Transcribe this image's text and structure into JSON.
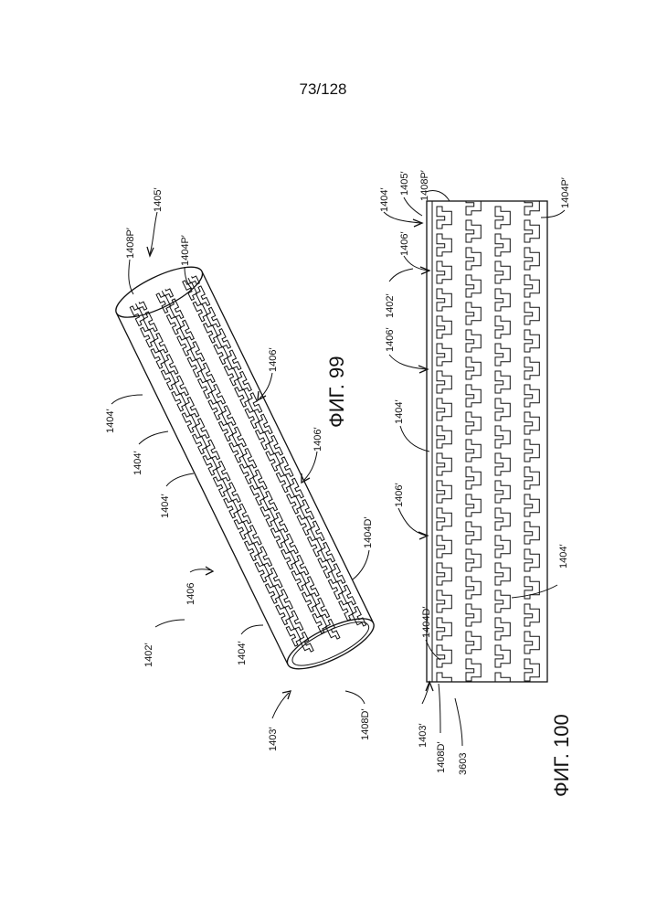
{
  "page_number": "73/128",
  "figures": {
    "fig99": {
      "caption": "ФИГ. 99",
      "labels": {
        "l1405": "1405′",
        "l1408p": "1408P′",
        "l1404p": "1404P′",
        "l1404a": "1404′",
        "l1404b": "1404′",
        "l1404c": "1404′",
        "l1404e": "1404′",
        "l1406a": "1406′",
        "l1406b": "1406′",
        "l1406c": "1406",
        "l1404d": "1404D′",
        "l1402": "1402′",
        "l1403": "1403′",
        "l1408d": "1408D′"
      }
    },
    "fig100": {
      "caption": "ФИГ. 100",
      "labels": {
        "l1404a": "1404′",
        "l1405": "1405′",
        "l1408p": "1408P′",
        "l1404p": "1404P′",
        "l1406a": "1406′",
        "l1402": "1402′",
        "l1406b": "1406′",
        "l1404b": "1404′",
        "l1406c": "1406′",
        "l1404c": "1404′",
        "l1404d": "1404D′",
        "l1403": "1403′",
        "l1408d": "1408D′",
        "l3603": "3603"
      }
    }
  }
}
